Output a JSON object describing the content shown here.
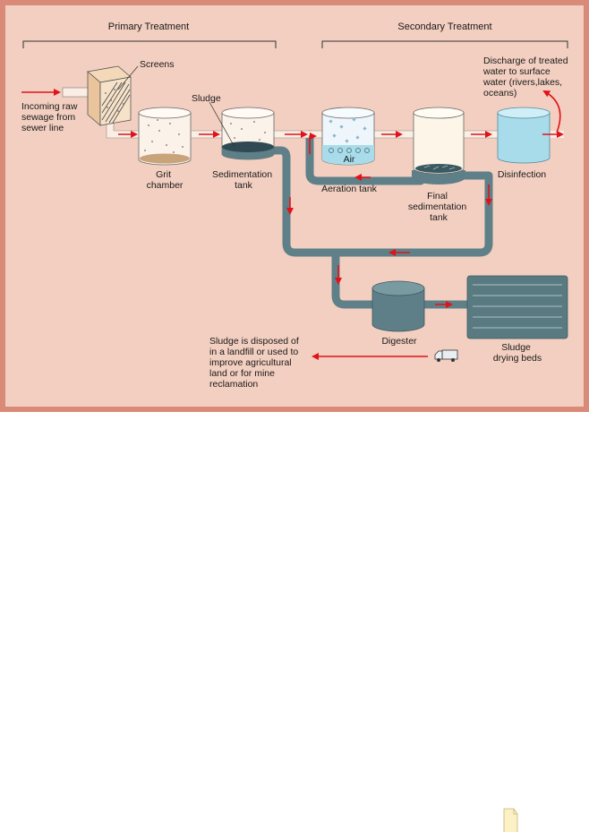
{
  "colors": {
    "frame": "#d98a78",
    "panel": "#f2cfc0",
    "pipe": "#fbeee4",
    "sludge_pipe": "#5f8088",
    "flow_arrow": "#e0121a",
    "water": "#a8dcea",
    "tank_dark": "#5e7f88",
    "bed_dark": "#5a7a82"
  },
  "headers": {
    "primary": "Primary Treatment",
    "secondary": "Secondary Treatment"
  },
  "labels": {
    "incoming": [
      "Incoming raw",
      "sewage from",
      "sewer line"
    ],
    "screens": "Screens",
    "sludge": "Sludge",
    "grit": [
      "Grit",
      "chamber"
    ],
    "sedimentation": [
      "Sedimentation",
      "tank"
    ],
    "air": "Air",
    "aeration": "Aeration tank",
    "final_sed": [
      "Final",
      "sedimentation",
      "tank"
    ],
    "disinfection": "Disinfection",
    "discharge": [
      "Discharge of treated",
      "water to surface",
      "water (rivers,lakes,",
      "oceans)"
    ],
    "digester": "Digester",
    "drying": [
      "Sludge",
      "drying beds"
    ],
    "disposal": [
      "Sludge is disposed of",
      "in a landfill or used to",
      "improve agricultural",
      "land or for mine",
      "reclamation"
    ]
  },
  "icons": {
    "truck": "truck-icon",
    "page_corner": "page-corner-icon"
  }
}
